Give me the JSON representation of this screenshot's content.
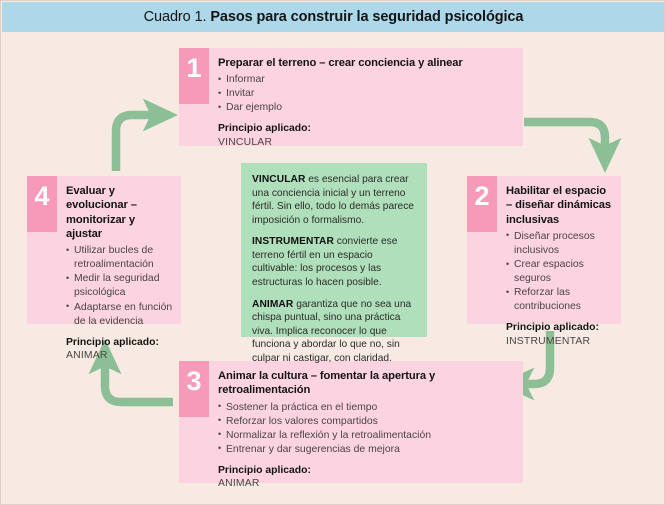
{
  "header": {
    "label": "Cuadro 1.",
    "title": "Pasos para construir la seguridad psicológica",
    "background_color": "#add8ea"
  },
  "colors": {
    "page_background": "#f7eae2",
    "step_box": "#fbd3e1",
    "step_number_tab": "#f79ab9",
    "center_panel": "#b0dfbb",
    "arrow": "#8cbf96",
    "title_text": "#141414",
    "body_text": "#4c4444"
  },
  "steps": [
    {
      "number": "1",
      "title": "Preparar el terreno – crear conciencia y alinear",
      "bullets": [
        "Informar",
        "Invitar",
        "Dar ejemplo"
      ],
      "principle_label": "Principio aplicado:",
      "principle_value": "VINCULAR"
    },
    {
      "number": "2",
      "title": "Habilitar el espacio – diseñar dinámicas inclusivas",
      "bullets": [
        "Diseñar procesos inclusivos",
        "Crear espacios seguros",
        "Reforzar las contribuciones"
      ],
      "principle_label": "Principio aplicado:",
      "principle_value": "INSTRUMENTAR"
    },
    {
      "number": "3",
      "title": "Animar la cultura – fomentar la apertura y retroalimentación",
      "bullets": [
        "Sostener la práctica en el tiempo",
        "Reforzar los valores compartidos",
        "Normalizar la reflexión y la retroalimentación",
        "Entrenar y dar sugerencias de mejora"
      ],
      "principle_label": "Principio aplicado:",
      "principle_value": "ANIMAR"
    },
    {
      "number": "4",
      "title": "Evaluar y evolucionar – monitorizar y ajustar",
      "bullets": [
        "Utilizar bucles de retroalimentación",
        "Medir la seguridad psicológica",
        "Adaptarse en función de la evidencia"
      ],
      "principle_label": "Principio aplicado:",
      "principle_value": "ANIMAR"
    }
  ],
  "center_panel": {
    "paragraphs": [
      {
        "term": "VINCULAR",
        "text": " es esencial para crear una conciencia inicial y un terreno fértil. Sin ello, todo lo demás parece imposición o formalismo."
      },
      {
        "term": "INSTRUMENTAR",
        "text": " convierte ese terreno fértil en un espacio cultivable: los procesos y las estructuras lo hacen posible."
      },
      {
        "term": "ANIMAR",
        "text": " garantiza que no sea una chispa puntual, sino una práctica viva. Implica reconocer lo que funciona y abordar lo que no, sin culpar ni castigar, con claridad."
      }
    ]
  },
  "arrows": [
    {
      "name": "arrow-step1-to-step2",
      "from": "1",
      "to": "2"
    },
    {
      "name": "arrow-step2-to-step3",
      "from": "2",
      "to": "3"
    },
    {
      "name": "arrow-step3-to-step4",
      "from": "3",
      "to": "4"
    },
    {
      "name": "arrow-step4-to-step1",
      "from": "4",
      "to": "1"
    }
  ]
}
